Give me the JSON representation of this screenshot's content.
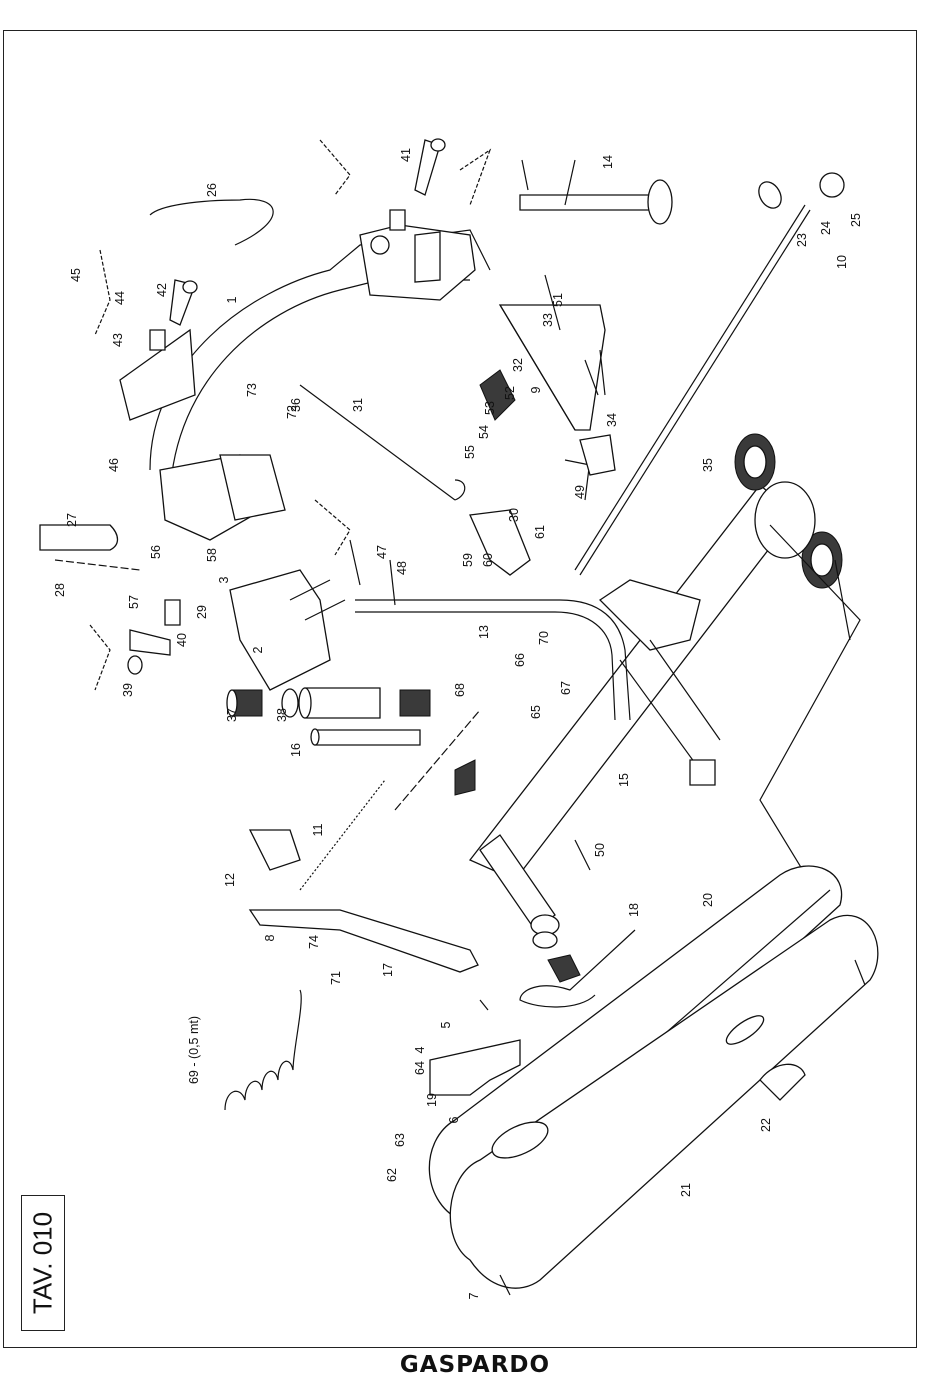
{
  "sheet": {
    "table_label": "TAV. 010",
    "brand": "GASPARDO"
  },
  "parts": [
    {
      "n": "1"
    },
    {
      "n": "2"
    },
    {
      "n": "3"
    },
    {
      "n": "4"
    },
    {
      "n": "5"
    },
    {
      "n": "6"
    },
    {
      "n": "7"
    },
    {
      "n": "8"
    },
    {
      "n": "9"
    },
    {
      "n": "10"
    },
    {
      "n": "11"
    },
    {
      "n": "12"
    },
    {
      "n": "13"
    },
    {
      "n": "14"
    },
    {
      "n": "15"
    },
    {
      "n": "16"
    },
    {
      "n": "17"
    },
    {
      "n": "18"
    },
    {
      "n": "19"
    },
    {
      "n": "20"
    },
    {
      "n": "21"
    },
    {
      "n": "22"
    },
    {
      "n": "23"
    },
    {
      "n": "24"
    },
    {
      "n": "25"
    },
    {
      "n": "26"
    },
    {
      "n": "27"
    },
    {
      "n": "28"
    },
    {
      "n": "29"
    },
    {
      "n": "30"
    },
    {
      "n": "31"
    },
    {
      "n": "32"
    },
    {
      "n": "33"
    },
    {
      "n": "34"
    },
    {
      "n": "35"
    },
    {
      "n": "36"
    },
    {
      "n": "37"
    },
    {
      "n": "38"
    },
    {
      "n": "39"
    },
    {
      "n": "40"
    },
    {
      "n": "41"
    },
    {
      "n": "42"
    },
    {
      "n": "43"
    },
    {
      "n": "44"
    },
    {
      "n": "45"
    },
    {
      "n": "46"
    },
    {
      "n": "47"
    },
    {
      "n": "48"
    },
    {
      "n": "49"
    },
    {
      "n": "50"
    },
    {
      "n": "51"
    },
    {
      "n": "52"
    },
    {
      "n": "53"
    },
    {
      "n": "54"
    },
    {
      "n": "55"
    },
    {
      "n": "56"
    },
    {
      "n": "57"
    },
    {
      "n": "58"
    },
    {
      "n": "59"
    },
    {
      "n": "60"
    },
    {
      "n": "61"
    },
    {
      "n": "62"
    },
    {
      "n": "63"
    },
    {
      "n": "64"
    },
    {
      "n": "65"
    },
    {
      "n": "66"
    },
    {
      "n": "67"
    },
    {
      "n": "68"
    },
    {
      "n": "69 - (0,5 mt)"
    },
    {
      "n": "70"
    },
    {
      "n": "71"
    },
    {
      "n": "72"
    },
    {
      "n": "73"
    },
    {
      "n": "74"
    }
  ]
}
